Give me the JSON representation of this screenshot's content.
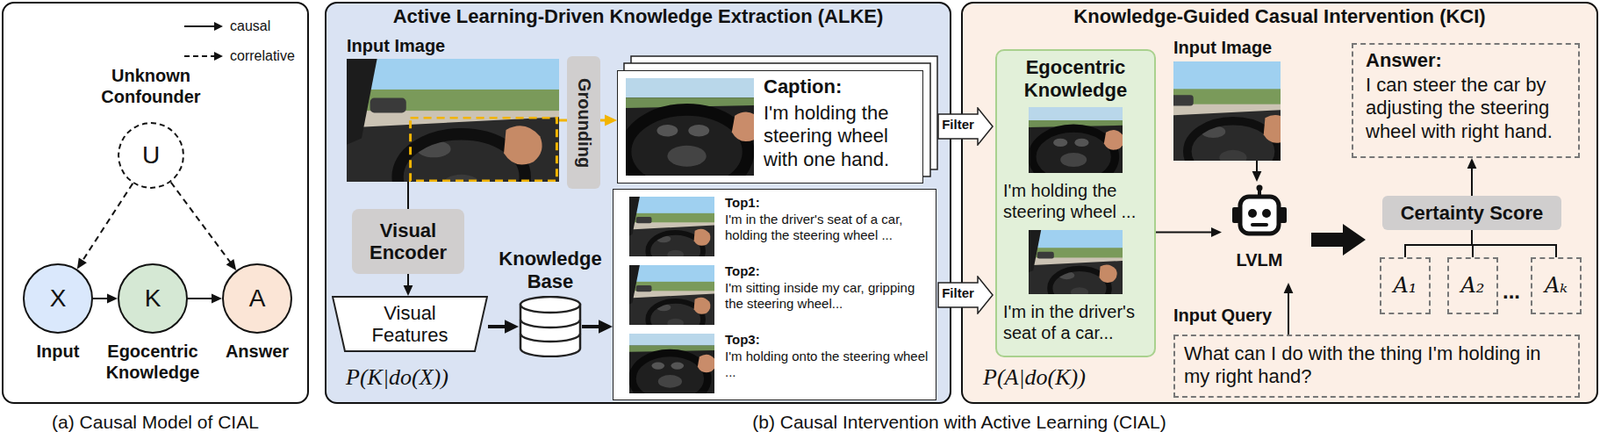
{
  "diagram": {
    "caption": "(b) Causal Intervention with Active Learning (CIAL)",
    "nodes": [
      {
        "text": [
          "(a) Causal Model of CIAL"
        ]
      },
      {
        "text": [
          "Unknown Confounder",
          "U"
        ],
        "in": 0
      },
      {
        "text": [
          "X",
          "Input"
        ],
        "in": 0
      },
      {
        "text": [
          "K",
          "Egocentric Knowledge"
        ],
        "in": 0
      },
      {
        "text": [
          "A",
          "Answer"
        ],
        "in": 0
      },
      {
        "text": [
          "Active Learning-Driven Knowledge Extraction (ALKE)",
          "P(K|do(X))"
        ]
      },
      {
        "text": [
          "Input Image"
        ],
        "in": 5
      },
      {
        "text": [
          "Grounding"
        ],
        "in": 5
      },
      {
        "text": [
          "Caption:",
          "I'm holding the steering wheel with one hand."
        ],
        "in": 5
      },
      {
        "text": [
          "Visual Encoder"
        ],
        "in": 5
      },
      {
        "text": [
          "Visual Features"
        ],
        "in": 5
      },
      {
        "text": [
          "Knowledge Base"
        ],
        "in": 5
      },
      {
        "text": [
          "Top1:",
          "I'm in the driver's seat of a car, holding the steering wheel ...",
          "Top2:",
          "I'm sitting inside my car, gripping the steering wheel...",
          "Top3:",
          "I'm holding onto the steering wheel ..."
        ],
        "in": 5
      },
      {
        "text": [
          "Filter"
        ]
      },
      {
        "text": [
          "Filter"
        ]
      },
      {
        "text": [
          "Knowledge-Guided Casual Intervention (KCI)",
          "P(A|do(K))"
        ]
      },
      {
        "text": [
          "Egocentric Knowledge",
          "I'm holding the steering wheel ...",
          "I'm in the driver's seat of a car..."
        ],
        "in": 15
      },
      {
        "text": [
          "Input Image"
        ],
        "in": 15
      },
      {
        "text": [
          "LVLM"
        ],
        "in": 15
      },
      {
        "text": [
          "What can I do with the thing I'm holding in my right hand?"
        ],
        "in": 15
      },
      {
        "text": [
          "Certainty Score"
        ],
        "in": 15
      },
      {
        "text": [
          "A₁"
        ],
        "in": 15
      },
      {
        "text": [
          "A₂"
        ],
        "in": 15
      },
      {
        "text": [
          "Aₖ"
        ],
        "in": 15
      },
      {
        "text": [
          "Answer:",
          "I can steer the car by adjusting the steering wheel with right hand."
        ],
        "in": 15
      }
    ],
    "edges": [
      {
        "from": 2,
        "to": 3,
        "arrow": "to"
      },
      {
        "from": 3,
        "to": 4,
        "arrow": "to"
      },
      {
        "from": 1,
        "to": 2,
        "arrow": "to"
      },
      {
        "from": 1,
        "to": 4,
        "arrow": "to"
      },
      {
        "from": 6,
        "to": 7,
        "arrow": "none"
      },
      {
        "from": 7,
        "to": 8,
        "arrow": "to"
      },
      {
        "from": 6,
        "to": 9,
        "arrow": "none"
      },
      {
        "from": 9,
        "to": 10,
        "arrow": "to"
      },
      {
        "from": 10,
        "to": 11,
        "arrow": "to"
      },
      {
        "from": 11,
        "to": 12,
        "arrow": "to"
      },
      {
        "from": 16,
        "to": 18,
        "arrow": "to"
      },
      {
        "from": 17,
        "to": 18,
        "arrow": "to"
      },
      {
        "from": 19,
        "to": 18,
        "arrow": "to"
      },
      {
        "from": 20,
        "to": 21,
        "arrow": "none"
      },
      {
        "from": 20,
        "to": 22,
        "arrow": "none"
      },
      {
        "from": 20,
        "to": 23,
        "arrow": "none"
      },
      {
        "from": 20,
        "to": 24,
        "arrow": "to"
      }
    ],
    "labels": [
      "Input Query",
      "..."
    ],
    "legend": [
      {
        "text": "causal"
      },
      {
        "text": "correlative"
      }
    ]
  }
}
